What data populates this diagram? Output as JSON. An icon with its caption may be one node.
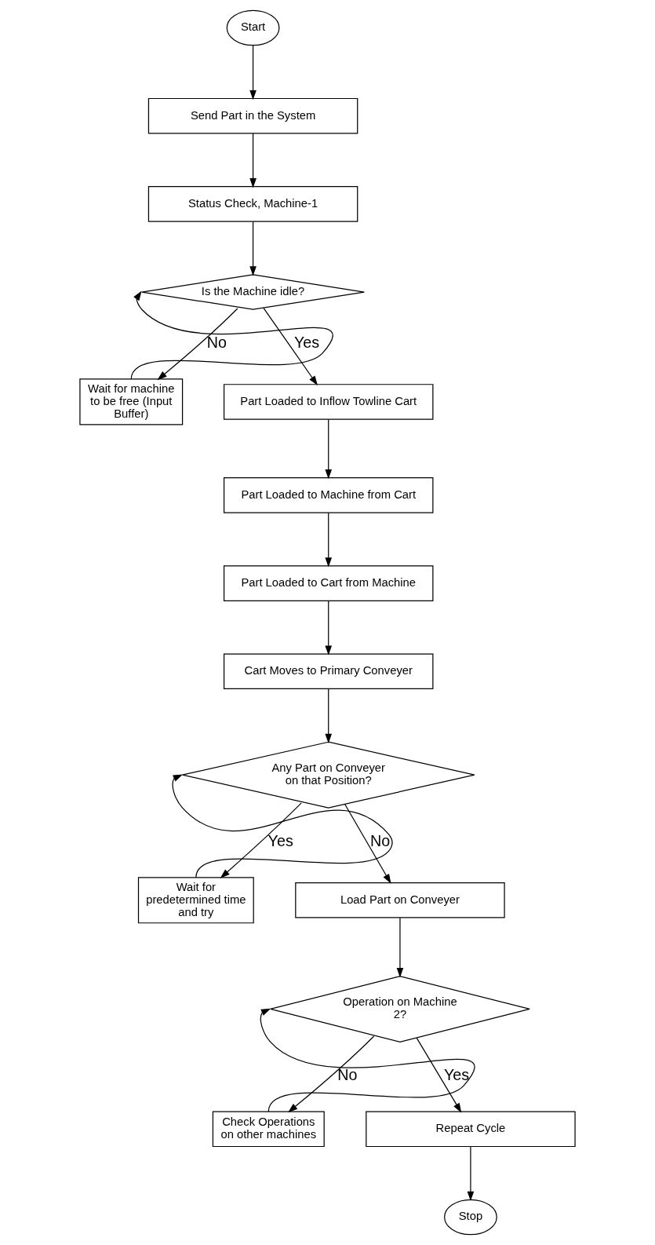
{
  "diagram": {
    "nodes": [
      {
        "text": [
          "Start"
        ]
      },
      {
        "text": [
          "Send Part in the System"
        ]
      },
      {
        "text": [
          "Status Check, Machine-1"
        ]
      },
      {
        "text": [
          "Is the Machine idle?"
        ]
      },
      {
        "text": [
          "Wait for machine to be free (Input Buffer)"
        ]
      },
      {
        "text": [
          "Part Loaded to Inflow Towline Cart"
        ]
      },
      {
        "text": [
          "Part Loaded to Machine from Cart"
        ]
      },
      {
        "text": [
          "Part Loaded to Cart from Machine"
        ]
      },
      {
        "text": [
          "Cart Moves to Primary Conveyer"
        ]
      },
      {
        "text": [
          "Any Part on Conveyer on that Position?"
        ]
      },
      {
        "text": [
          "Wait for predetermined time and try"
        ]
      },
      {
        "text": [
          "Load Part on Conveyer"
        ]
      },
      {
        "text": [
          "Operation on Machine 2?"
        ]
      },
      {
        "text": [
          "Check Operations on other machines"
        ]
      },
      {
        "text": [
          "Repeat Cycle"
        ]
      },
      {
        "text": [
          "Stop"
        ]
      }
    ],
    "edges": [
      {
        "from": 0,
        "to": 1,
        "arrow": "to"
      },
      {
        "from": 1,
        "to": 2,
        "arrow": "to"
      },
      {
        "from": 2,
        "to": 3,
        "arrow": "to"
      },
      {
        "from": 3,
        "to": 4,
        "arrow": "to",
        "label": "No"
      },
      {
        "from": 4,
        "to": 3,
        "arrow": "to"
      },
      {
        "from": 3,
        "to": 5,
        "arrow": "to",
        "label": "Yes"
      },
      {
        "from": 5,
        "to": 6,
        "arrow": "to"
      },
      {
        "from": 6,
        "to": 7,
        "arrow": "to"
      },
      {
        "from": 7,
        "to": 8,
        "arrow": "to"
      },
      {
        "from": 8,
        "to": 9,
        "arrow": "to"
      },
      {
        "from": 9,
        "to": 10,
        "arrow": "to",
        "label": "Yes"
      },
      {
        "from": 10,
        "to": 9,
        "arrow": "to"
      },
      {
        "from": 9,
        "to": 11,
        "arrow": "to",
        "label": "No"
      },
      {
        "from": 11,
        "to": 12,
        "arrow": "to"
      },
      {
        "from": 12,
        "to": 13,
        "arrow": "to",
        "label": "No"
      },
      {
        "from": 13,
        "to": 12,
        "arrow": "to"
      },
      {
        "from": 12,
        "to": 14,
        "arrow": "to",
        "label": "Yes"
      },
      {
        "from": 14,
        "to": 15,
        "arrow": "to"
      }
    ]
  }
}
